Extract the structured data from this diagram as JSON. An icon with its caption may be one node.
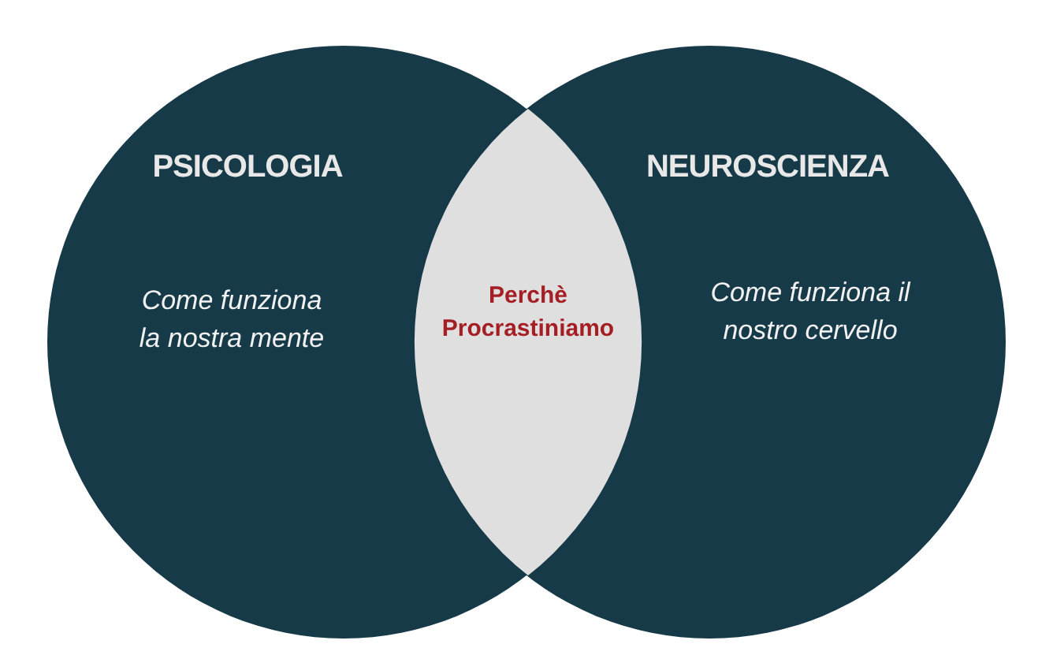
{
  "diagram": {
    "nodes": [
      {
        "text": [
          "PSICOLOGIA",
          "Come funziona la nostra mente"
        ]
      },
      {
        "text": [
          "NEUROSCIENZA",
          "Come funziona il nostro cervello"
        ]
      },
      {
        "text": [
          "Perchè Procrastiniamo"
        ]
      }
    ],
    "edges": []
  }
}
